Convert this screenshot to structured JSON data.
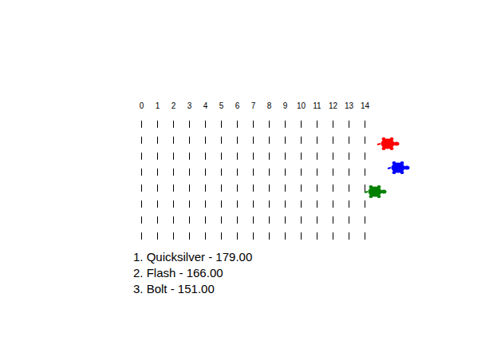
{
  "diagram": {
    "labels": [
      "0",
      "1",
      "2",
      "3",
      "4",
      "5",
      "6",
      "7",
      "8",
      "9",
      "10",
      "11",
      "12",
      "13",
      "14",
      "1. Quicksilver - 179.00",
      "2. Flash - 166.00",
      "3. Bolt - 151.00"
    ]
  }
}
